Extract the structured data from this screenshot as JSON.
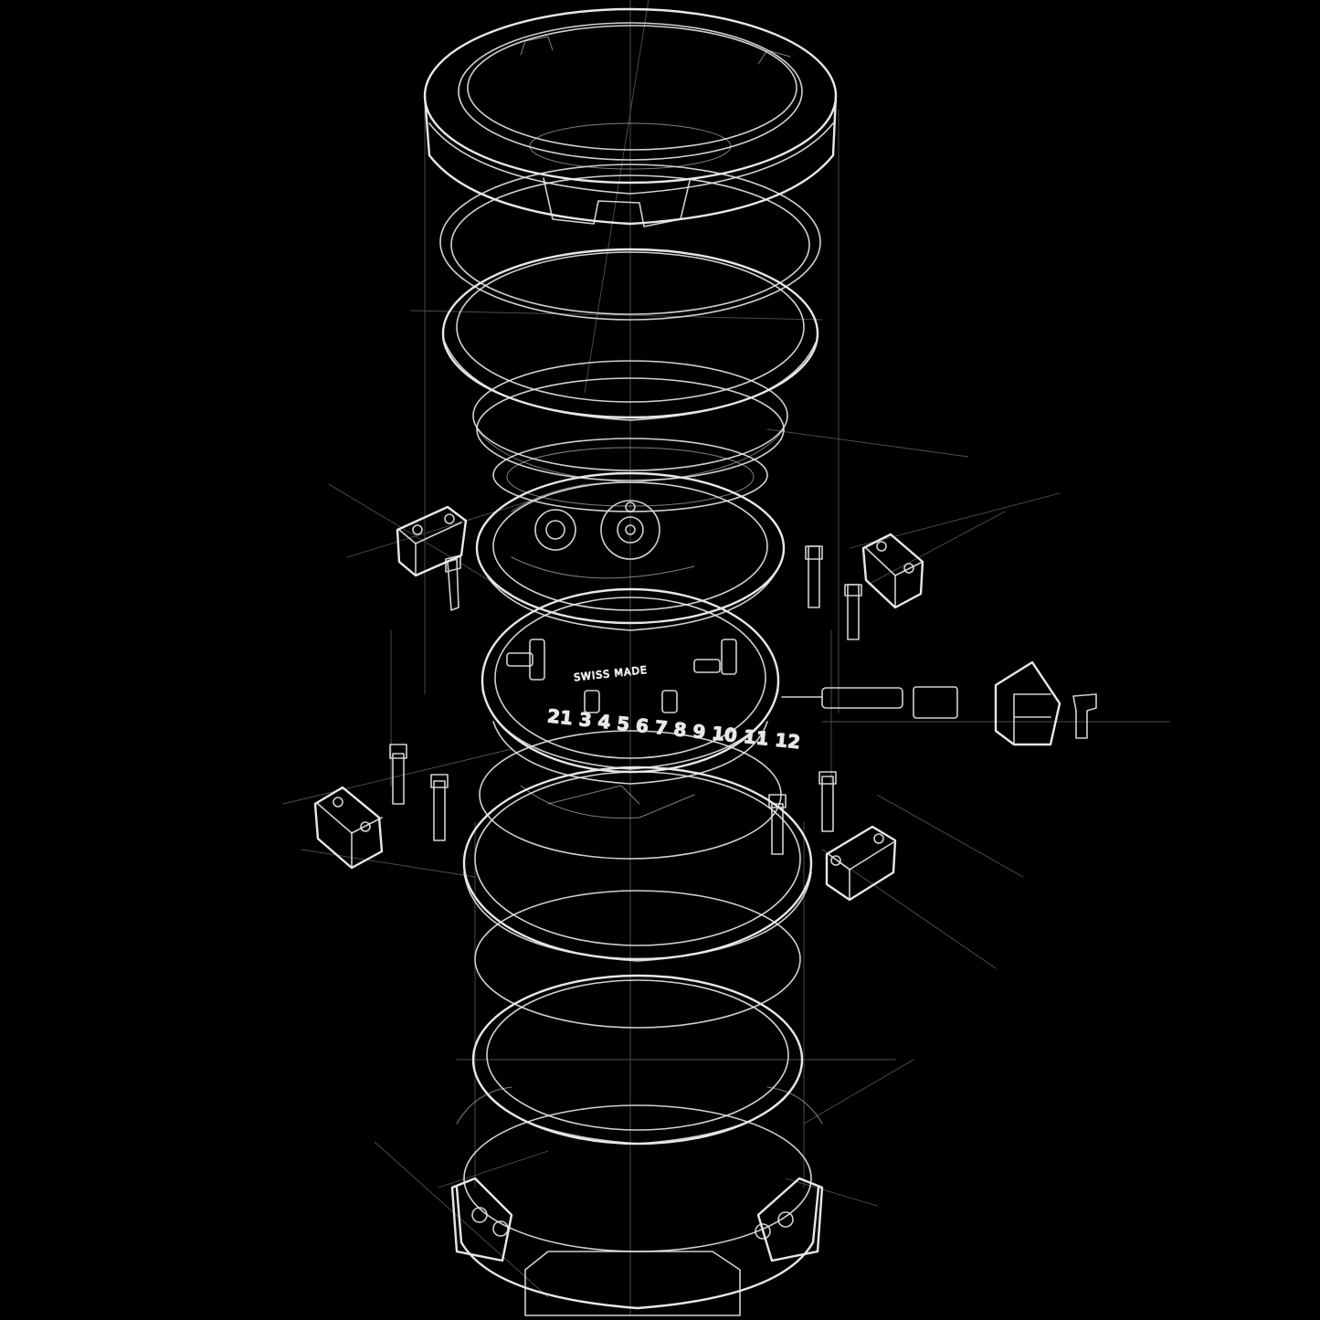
{
  "dial": {
    "brand_text": "SWISS MADE",
    "date_numerals": "21 3 4 5 6 7 8 9 10 11 12"
  },
  "colors": {
    "background": "#000000",
    "line": "#e8e8e8"
  },
  "components": [
    {
      "name": "bezel"
    },
    {
      "name": "bezel-gasket"
    },
    {
      "name": "crystal"
    },
    {
      "name": "crystal-gasket"
    },
    {
      "name": "rehaut-ring"
    },
    {
      "name": "dial"
    },
    {
      "name": "movement"
    },
    {
      "name": "movement-holder"
    },
    {
      "name": "case-gasket"
    },
    {
      "name": "caseback"
    },
    {
      "name": "case"
    }
  ]
}
